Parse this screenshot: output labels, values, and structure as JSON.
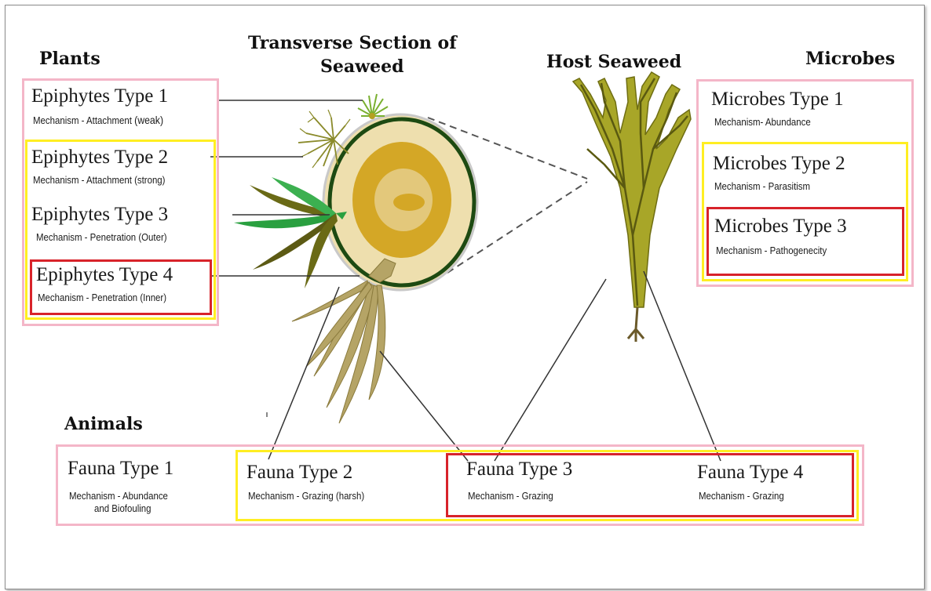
{
  "headings": {
    "plants": "Plants",
    "section_line1": "Transverse Section of",
    "section_line2": "Seaweed",
    "host": "Host Seaweed",
    "microbes": "Microbes",
    "animals": "Animals"
  },
  "plants": [
    {
      "type": "Epiphytes Type 1",
      "mechanism": "Mechanism - Attachment",
      "note": "(weak)"
    },
    {
      "type": "Epiphytes Type 2",
      "mechanism": "Mechanism - Attachment (strong)"
    },
    {
      "type": "Epiphytes Type 3",
      "mechanism": "Mechanism - Penetration (Outer)"
    },
    {
      "type": "Epiphytes Type 4",
      "mechanism": "Mechanism - Penetration (Inner)"
    }
  ],
  "microbes": [
    {
      "type": "Microbes Type 1",
      "mechanism": "Mechanism- Abundance"
    },
    {
      "type": "Microbes Type 2",
      "mechanism": "Mechanism - Parasitism"
    },
    {
      "type": "Microbes Type 3",
      "mechanism": "Mechanism - Pathogenecity"
    }
  ],
  "fauna": [
    {
      "type": "Fauna Type 1",
      "mechanism": "Mechanism - Abundance",
      "mechanism2": "and Biofouling"
    },
    {
      "type": "Fauna Type 2",
      "mechanism": "Mechanism - Grazing (harsh)"
    },
    {
      "type": "Fauna Type 3",
      "mechanism": "Mechanism - Grazing"
    },
    {
      "type": "Fauna Type 4",
      "mechanism": "Mechanism - Grazing"
    }
  ],
  "colors": {
    "pink": "#f4b6c8",
    "yellow": "#ffee22",
    "red": "#d8232a",
    "seaweed_olive": "#a8a628",
    "epiphyte_green": "#2a9a3a"
  }
}
